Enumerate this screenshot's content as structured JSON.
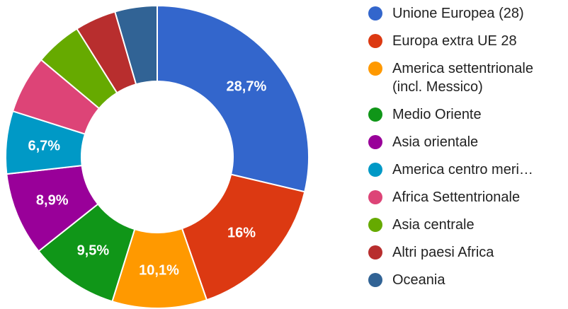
{
  "chart_data": {
    "type": "pie",
    "donut": true,
    "title": "",
    "legend_position": "right",
    "series": [
      {
        "name": "Unione Europea (28)",
        "label": "Unione Europea (28)",
        "value": 28.7,
        "value_label": "28,7%",
        "color": "#3366cc"
      },
      {
        "name": "Europa extra UE 28",
        "label": "Europa extra UE 28",
        "value": 16.0,
        "value_label": "16%",
        "color": "#dc3912"
      },
      {
        "name": "America settentrionale (incl. Messico)",
        "label": "America settentrionale\n(incl. Messico)",
        "value": 10.1,
        "value_label": "10,1%",
        "color": "#ff9900"
      },
      {
        "name": "Medio Oriente",
        "label": "Medio Oriente",
        "value": 9.5,
        "value_label": "9,5%",
        "color": "#109618"
      },
      {
        "name": "Asia orientale",
        "label": "Asia orientale",
        "value": 8.9,
        "value_label": "8,9%",
        "color": "#990099"
      },
      {
        "name": "America centro meri…",
        "label": "America centro meri…",
        "value": 6.7,
        "value_label": "6,7%",
        "color": "#0099c6"
      },
      {
        "name": "Africa Settentrionale",
        "label": "Africa Settentrionale",
        "value": 6.2,
        "value_label": "",
        "color": "#dd4477"
      },
      {
        "name": "Asia centrale",
        "label": "Asia centrale",
        "value": 5.0,
        "value_label": "",
        "color": "#66aa00"
      },
      {
        "name": "Altri paesi Africa",
        "label": "Altri paesi Africa",
        "value": 4.4,
        "value_label": "",
        "color": "#b82e2e"
      },
      {
        "name": "Oceania",
        "label": "Oceania",
        "value": 4.5,
        "value_label": "",
        "color": "#316395"
      }
    ]
  }
}
